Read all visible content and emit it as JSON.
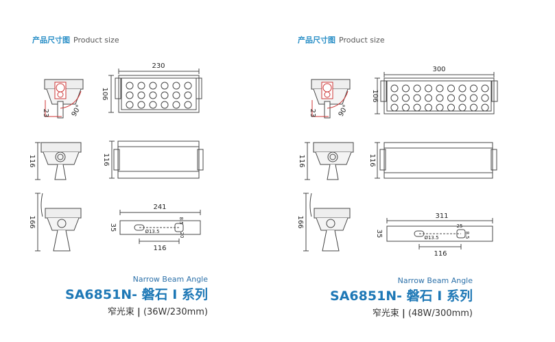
{
  "panels": [
    {
      "header_cn": "产品尺寸图",
      "header_en": "Product size",
      "dims": {
        "front_width": "230",
        "front_height": "106",
        "tilt_offset": "23",
        "tilt_angle": "90°",
        "side_height": "116",
        "plain_height": "116",
        "bracket_height": "166",
        "bottom_length": "241",
        "bottom_depth": "35",
        "hole_dia": "Ø13.5",
        "slot_a": "8.5",
        "slot_b": "20",
        "hole_spacing": "116"
      },
      "caption": {
        "subtitle": "Narrow Beam Angle",
        "model": "SA6851N- 磐石 I 系列",
        "spec_cn": "窄光束",
        "spec_en": "(36W/230mm)"
      }
    },
    {
      "header_cn": "产品尺寸图",
      "header_en": "Product size",
      "dims": {
        "front_width": "300",
        "front_height": "106",
        "tilt_offset": "23",
        "tilt_angle": "90°",
        "side_height": "116",
        "plain_height": "116",
        "bracket_height": "166",
        "bottom_length": "311",
        "bottom_depth": "35",
        "hole_dia": "Ø13.5",
        "slot_a": "25",
        "slot_b": "8.5",
        "hole_spacing": "116"
      },
      "caption": {
        "subtitle": "Narrow Beam Angle",
        "model": "SA6851N- 磐石 I 系列",
        "spec_cn": "窄光束",
        "spec_en": "(48W/300mm)"
      }
    }
  ]
}
